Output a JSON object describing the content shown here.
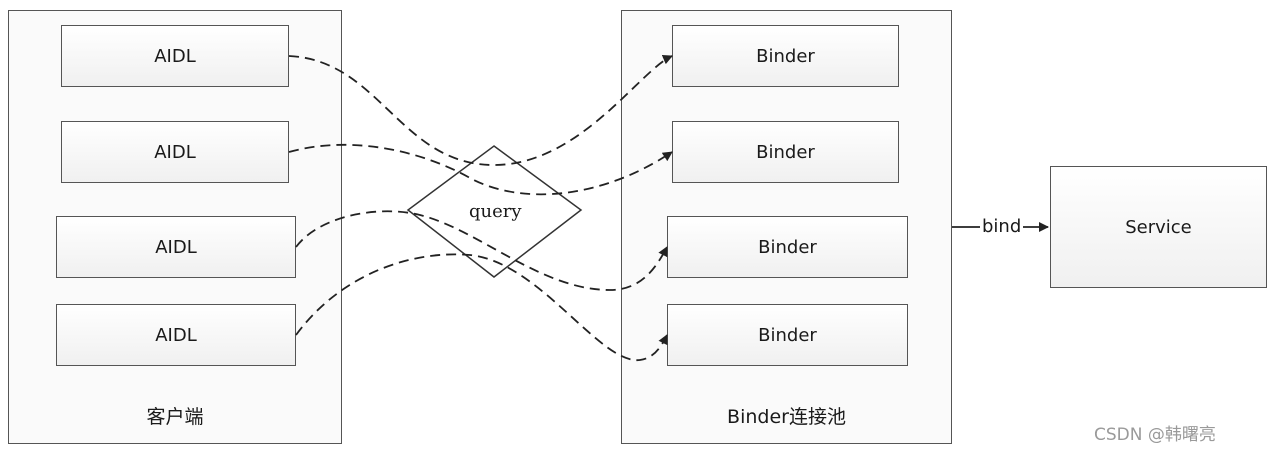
{
  "client": {
    "caption": "客户端",
    "items": [
      "AIDL",
      "AIDL",
      "AIDL",
      "AIDL"
    ]
  },
  "pool": {
    "caption": "Binder连接池",
    "items": [
      "Binder",
      "Binder",
      "Binder",
      "Binder"
    ]
  },
  "query_label": "query",
  "bind_label": "bind",
  "service_label": "Service",
  "watermark": "CSDN @韩曙亮"
}
